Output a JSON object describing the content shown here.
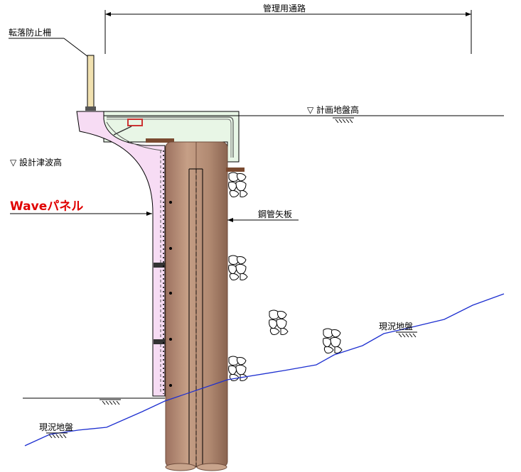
{
  "labels": {
    "access_road": "管理用通路",
    "fall_fence": "転落防止柵",
    "planned_ground": "▽ 計画地盤高",
    "design_tsunami": "▽ 設計津波高",
    "wave_panel": "Waveパネル",
    "steel_pipe_sheet_pile": "鋼管矢板",
    "existing_ground_right": "現況地盤",
    "existing_ground_left": "現況地盤"
  },
  "colors": {
    "pile": "#b98e73",
    "pile_dark": "#8a6450",
    "panel_pink": "#f7dcf4",
    "cap_green": "#e8f6e6",
    "ground_line": "#1d2fd0",
    "wave_label": "#e00000",
    "fence_post": "#f1e1b0"
  },
  "icons": {
    "ground_hatch": "ground-hatch-icon",
    "rubble": "rubble-stone-icon"
  }
}
